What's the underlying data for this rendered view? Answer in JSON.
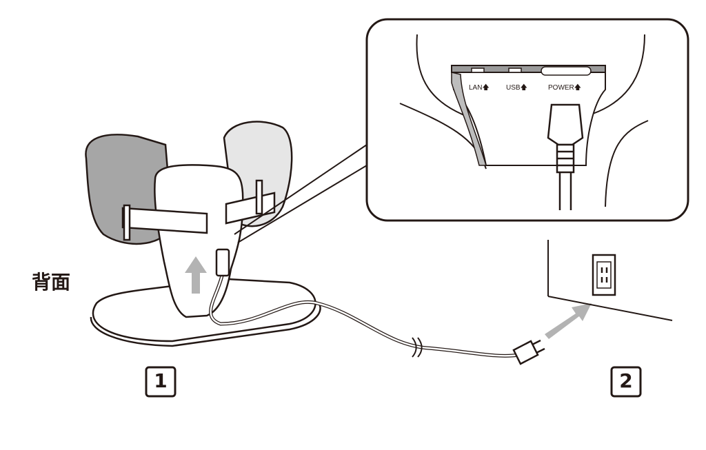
{
  "labels": {
    "back_side": "背面",
    "step1": "1",
    "step2": "2"
  },
  "ports": {
    "lan": "LAN",
    "usb": "USB",
    "power": "POWER",
    "arrow": "🡅"
  },
  "colors": {
    "line": "#231815",
    "pad_dark": "#a6a6a6",
    "pad_light": "#e6e6e6",
    "arrow": "#b3b3b3"
  }
}
